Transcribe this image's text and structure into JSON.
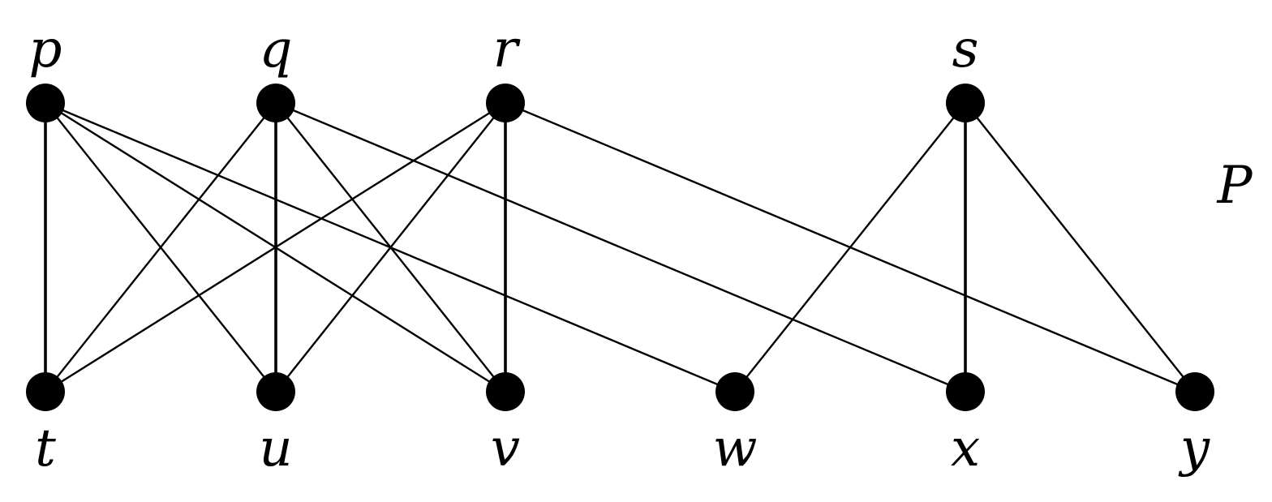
{
  "diagram": {
    "poset_label": "P",
    "top_elements": [
      "p",
      "q",
      "r",
      "s"
    ],
    "bottom_elements": [
      "t",
      "u",
      "v",
      "w",
      "x",
      "y"
    ],
    "relations": [
      [
        "p",
        "t"
      ],
      [
        "p",
        "u"
      ],
      [
        "p",
        "v"
      ],
      [
        "p",
        "w"
      ],
      [
        "q",
        "t"
      ],
      [
        "q",
        "u"
      ],
      [
        "q",
        "v"
      ],
      [
        "q",
        "x"
      ],
      [
        "r",
        "t"
      ],
      [
        "r",
        "u"
      ],
      [
        "r",
        "v"
      ],
      [
        "r",
        "y"
      ],
      [
        "s",
        "w"
      ],
      [
        "s",
        "x"
      ],
      [
        "s",
        "y"
      ]
    ],
    "colors": {
      "ink": "#000000",
      "background": "#ffffff"
    }
  }
}
